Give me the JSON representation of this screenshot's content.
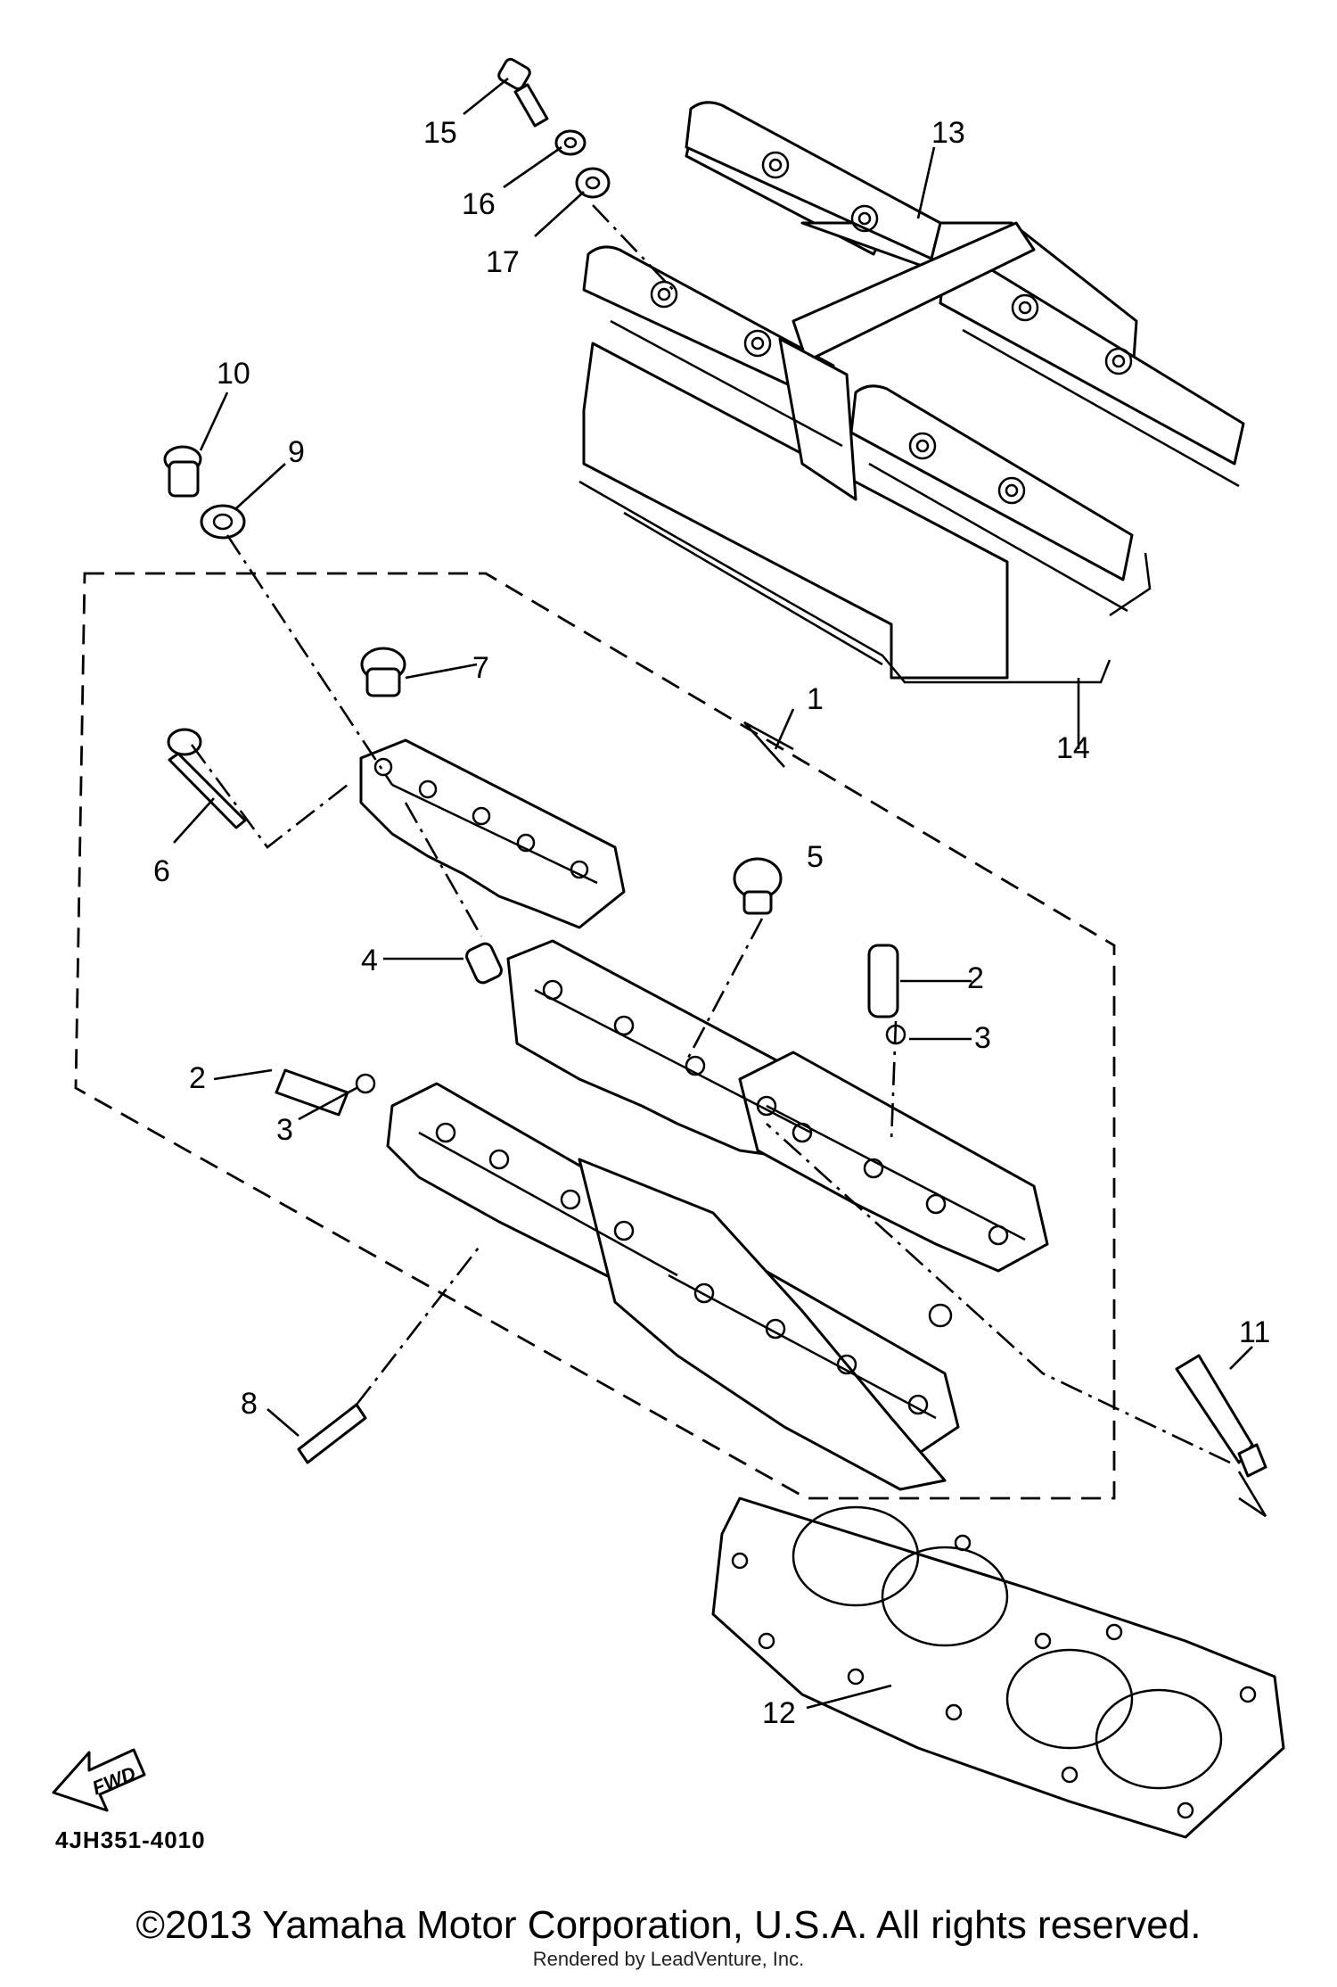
{
  "diagram": {
    "callouts": {
      "c1": "1",
      "c2a": "2",
      "c2b": "2",
      "c3a": "3",
      "c3b": "3",
      "c4": "4",
      "c5": "5",
      "c6": "6",
      "c7": "7",
      "c8": "8",
      "c9": "9",
      "c10": "10",
      "c11": "11",
      "c12": "12",
      "c13": "13",
      "c14": "14",
      "c15": "15",
      "c16": "16",
      "c17": "17"
    },
    "fwd_label": "FWD",
    "diagram_code": "4JH351-4010"
  },
  "footer": {
    "copyright": "©2013 Yamaha Motor Corporation, U.S.A. All rights reserved.",
    "rendered_by": "Rendered by LeadVenture, Inc."
  }
}
